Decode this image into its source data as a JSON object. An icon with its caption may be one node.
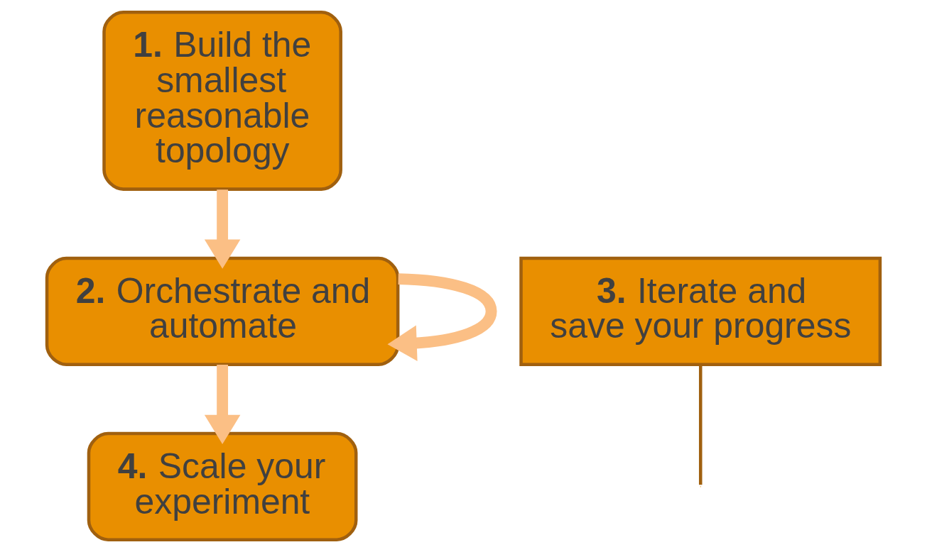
{
  "diagram": {
    "nodes": [
      {
        "text": [
          "**1.** Build the smallest reasonable topology"
        ]
      },
      {
        "text": [
          "**2.** Orchestrate and automate"
        ]
      },
      {
        "text": [
          "**3.** Iterate and save your progress"
        ]
      },
      {
        "text": [
          "**4.** Scale your experiment"
        ]
      }
    ],
    "edges": [
      {
        "from": 0,
        "to": 1,
        "arrow": "to"
      },
      {
        "from": 1,
        "to": 1,
        "arrow": "to"
      },
      {
        "from": 1,
        "to": 3,
        "arrow": "to"
      },
      {
        "from": 2,
        "to": null,
        "arrow": "none",
        "color": "#a0600f"
      }
    ]
  }
}
